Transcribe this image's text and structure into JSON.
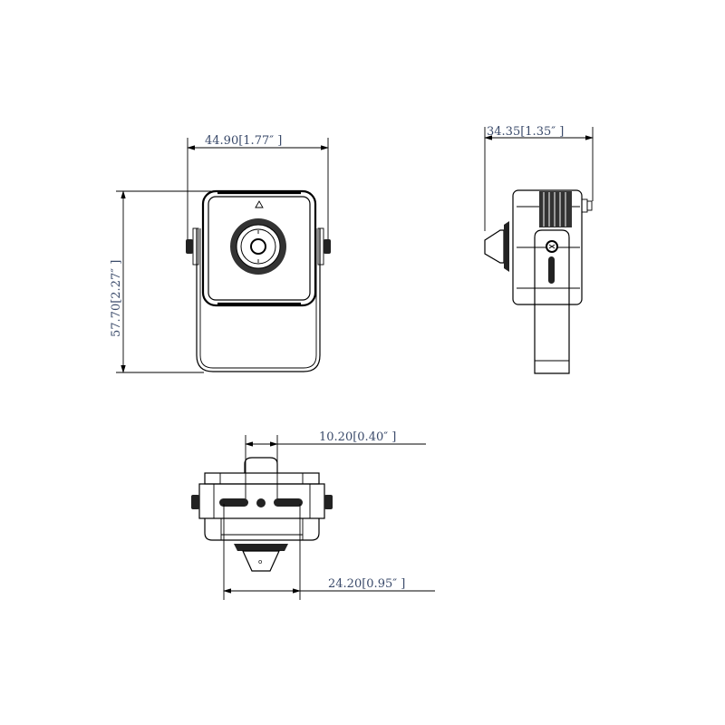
{
  "drawing": {
    "title": "Camera dimension drawing",
    "units": "mm [inch]",
    "views": {
      "front": {
        "width_label": "44.90[1.77″ ]",
        "height_label": "57.70[2.27″ ]"
      },
      "side": {
        "depth_label": "34.35[1.35″ ]"
      },
      "bottom": {
        "slot_spacing_label": "10.20[0.40″ ]",
        "mount_width_label": "24.20[0.95″ ]"
      }
    },
    "colors": {
      "line": "#000000",
      "dimension_text": "#3a4a6a",
      "background": "#ffffff"
    }
  }
}
